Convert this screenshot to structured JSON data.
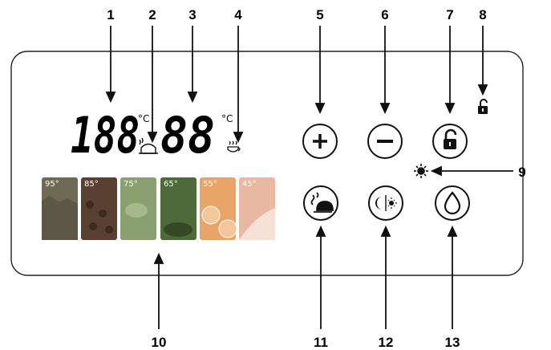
{
  "callouts": {
    "c1": "1",
    "c2": "2",
    "c3": "3",
    "c4": "4",
    "c5": "5",
    "c6": "6",
    "c7": "7",
    "c8": "8",
    "c9": "9",
    "c10": "10",
    "c11": "11",
    "c12": "12",
    "c13": "13"
  },
  "display": {
    "temp_digits": "188",
    "temp_unit": "°C",
    "time_digits": "88",
    "time_unit": "°C"
  },
  "presets": [
    {
      "label": "95°",
      "tone": "#6f6a55"
    },
    {
      "label": "85°",
      "tone": "#5a4030"
    },
    {
      "label": "75°",
      "tone": "#8aa070"
    },
    {
      "label": "65°",
      "tone": "#4f6a3a"
    },
    {
      "label": "55°",
      "tone": "#e9a468"
    },
    {
      "label": "45°",
      "tone": "#e8b8a2"
    }
  ],
  "icons": {
    "plus": "plus-icon",
    "minus": "minus-icon",
    "lock": "lock-open-icon",
    "small_lock": "unlock-indicator-icon",
    "sun": "brightness-icon",
    "kettle": "keep-warm-kettle-icon",
    "moon_sun": "night-day-mode-icon",
    "drop": "water-drop-icon"
  }
}
